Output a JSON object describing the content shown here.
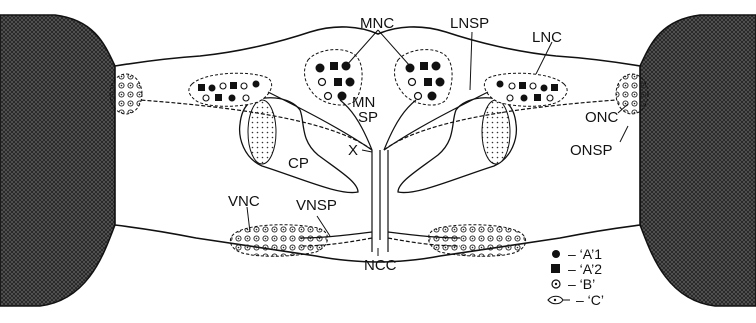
{
  "labels": {
    "mnc": "MNC",
    "lnsp": "LNSP",
    "lnc": "LNC",
    "mnsp_line1": "MN",
    "mnsp_line2": "SP",
    "x": "X",
    "cp": "CP",
    "onc": "ONC",
    "onsp": "ONSP",
    "vnc": "VNC",
    "vnsp": "VNSP",
    "ncc": "NCC"
  },
  "legend": [
    {
      "symbol": "filled-circle",
      "text": "– ‘A’1"
    },
    {
      "symbol": "filled-square",
      "text": "– ‘A’2"
    },
    {
      "symbol": "ringed-dot",
      "text": "– ‘B’"
    },
    {
      "symbol": "teardrop",
      "text": "– ‘C’"
    }
  ]
}
